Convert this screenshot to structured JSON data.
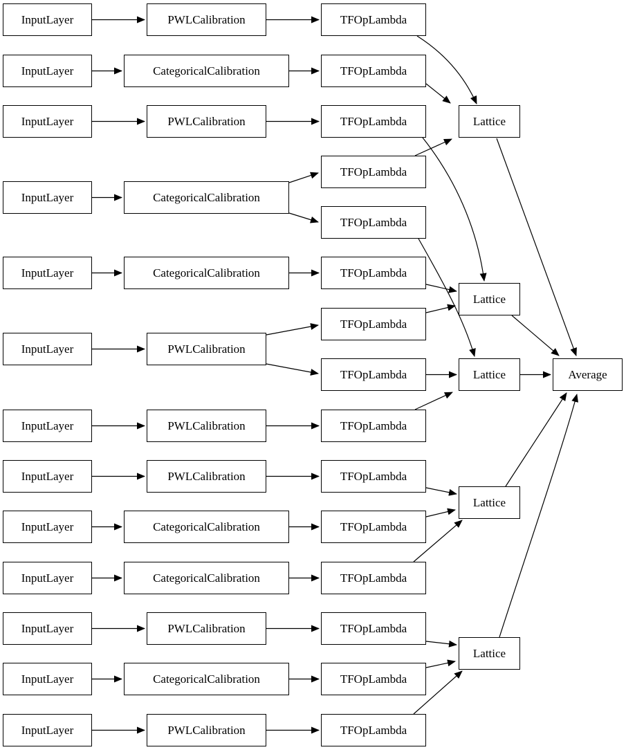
{
  "diagram": {
    "kind": "keras-model-graph",
    "colors": {
      "background": "#ffffff",
      "node_fill": "#ffffff",
      "node_border": "#000000",
      "edge": "#000000"
    },
    "nodes": [
      {
        "id": "il1",
        "label": "InputLayer"
      },
      {
        "id": "il2",
        "label": "InputLayer"
      },
      {
        "id": "il3",
        "label": "InputLayer"
      },
      {
        "id": "il4",
        "label": "InputLayer"
      },
      {
        "id": "il5",
        "label": "InputLayer"
      },
      {
        "id": "il6",
        "label": "InputLayer"
      },
      {
        "id": "il7",
        "label": "InputLayer"
      },
      {
        "id": "il8",
        "label": "InputLayer"
      },
      {
        "id": "il9",
        "label": "InputLayer"
      },
      {
        "id": "il10",
        "label": "InputLayer"
      },
      {
        "id": "il11",
        "label": "InputLayer"
      },
      {
        "id": "il12",
        "label": "InputLayer"
      },
      {
        "id": "il13",
        "label": "InputLayer"
      },
      {
        "id": "cal1",
        "label": "PWLCalibration"
      },
      {
        "id": "cal2",
        "label": "CategoricalCalibration"
      },
      {
        "id": "cal3",
        "label": "PWLCalibration"
      },
      {
        "id": "cal4",
        "label": "CategoricalCalibration"
      },
      {
        "id": "cal5",
        "label": "CategoricalCalibration"
      },
      {
        "id": "cal6",
        "label": "PWLCalibration"
      },
      {
        "id": "cal7",
        "label": "PWLCalibration"
      },
      {
        "id": "cal8",
        "label": "PWLCalibration"
      },
      {
        "id": "cal9",
        "label": "CategoricalCalibration"
      },
      {
        "id": "cal10",
        "label": "CategoricalCalibration"
      },
      {
        "id": "cal11",
        "label": "PWLCalibration"
      },
      {
        "id": "cal12",
        "label": "CategoricalCalibration"
      },
      {
        "id": "cal13",
        "label": "PWLCalibration"
      },
      {
        "id": "t1",
        "label": "TFOpLambda"
      },
      {
        "id": "t2",
        "label": "TFOpLambda"
      },
      {
        "id": "t3",
        "label": "TFOpLambda"
      },
      {
        "id": "t4",
        "label": "TFOpLambda"
      },
      {
        "id": "t5",
        "label": "TFOpLambda"
      },
      {
        "id": "t6",
        "label": "TFOpLambda"
      },
      {
        "id": "t7",
        "label": "TFOpLambda"
      },
      {
        "id": "t8",
        "label": "TFOpLambda"
      },
      {
        "id": "t9",
        "label": "TFOpLambda"
      },
      {
        "id": "t10",
        "label": "TFOpLambda"
      },
      {
        "id": "t11",
        "label": "TFOpLambda"
      },
      {
        "id": "t12",
        "label": "TFOpLambda"
      },
      {
        "id": "t13",
        "label": "TFOpLambda"
      },
      {
        "id": "t14",
        "label": "TFOpLambda"
      },
      {
        "id": "t15",
        "label": "TFOpLambda"
      },
      {
        "id": "lat1",
        "label": "Lattice"
      },
      {
        "id": "lat2",
        "label": "Lattice"
      },
      {
        "id": "lat3",
        "label": "Lattice"
      },
      {
        "id": "lat4",
        "label": "Lattice"
      },
      {
        "id": "lat5",
        "label": "Lattice"
      },
      {
        "id": "avg",
        "label": "Average"
      }
    ],
    "edges": [
      [
        "il1",
        "cal1"
      ],
      [
        "il2",
        "cal2"
      ],
      [
        "il3",
        "cal3"
      ],
      [
        "il4",
        "cal4"
      ],
      [
        "il5",
        "cal5"
      ],
      [
        "il6",
        "cal6"
      ],
      [
        "il7",
        "cal7"
      ],
      [
        "il8",
        "cal8"
      ],
      [
        "il9",
        "cal9"
      ],
      [
        "il10",
        "cal10"
      ],
      [
        "il11",
        "cal11"
      ],
      [
        "il12",
        "cal12"
      ],
      [
        "il13",
        "cal13"
      ],
      [
        "cal1",
        "t1"
      ],
      [
        "cal2",
        "t2"
      ],
      [
        "cal3",
        "t3"
      ],
      [
        "cal4",
        "t4"
      ],
      [
        "cal4",
        "t5"
      ],
      [
        "cal5",
        "t6"
      ],
      [
        "cal6",
        "t7"
      ],
      [
        "cal6",
        "t8"
      ],
      [
        "cal7",
        "t9"
      ],
      [
        "cal8",
        "t10"
      ],
      [
        "cal9",
        "t11"
      ],
      [
        "cal10",
        "t12"
      ],
      [
        "cal11",
        "t13"
      ],
      [
        "cal12",
        "t14"
      ],
      [
        "cal13",
        "t15"
      ],
      [
        "t1",
        "lat1"
      ],
      [
        "t2",
        "lat1"
      ],
      [
        "t4",
        "lat1"
      ],
      [
        "t3",
        "lat2"
      ],
      [
        "t6",
        "lat2"
      ],
      [
        "t7",
        "lat2"
      ],
      [
        "t5",
        "lat3"
      ],
      [
        "t8",
        "lat3"
      ],
      [
        "t9",
        "lat3"
      ],
      [
        "t10",
        "lat4"
      ],
      [
        "t11",
        "lat4"
      ],
      [
        "t12",
        "lat4"
      ],
      [
        "t13",
        "lat5"
      ],
      [
        "t14",
        "lat5"
      ],
      [
        "t15",
        "lat5"
      ],
      [
        "lat1",
        "avg"
      ],
      [
        "lat2",
        "avg"
      ],
      [
        "lat3",
        "avg"
      ],
      [
        "lat4",
        "avg"
      ],
      [
        "lat5",
        "avg"
      ]
    ]
  }
}
